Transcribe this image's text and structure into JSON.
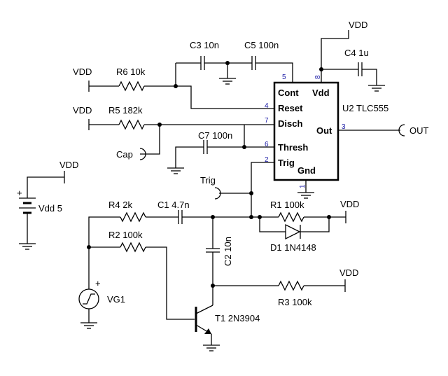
{
  "components": {
    "r1": {
      "ref": "R1",
      "value": "100k"
    },
    "r2": {
      "ref": "R2",
      "value": "100k"
    },
    "r3": {
      "ref": "R3",
      "value": "100k"
    },
    "r4": {
      "ref": "R4",
      "value": "2k"
    },
    "r5": {
      "ref": "R5",
      "value": "182k"
    },
    "r6": {
      "ref": "R6",
      "value": "10k"
    },
    "c1": {
      "ref": "C1",
      "value": "4.7n"
    },
    "c2": {
      "ref": "C2",
      "value": "10n"
    },
    "c3": {
      "ref": "C3",
      "value": "10n"
    },
    "c4": {
      "ref": "C4",
      "value": "1u"
    },
    "c5": {
      "ref": "C5",
      "value": "100n"
    },
    "c7": {
      "ref": "C7",
      "value": "100n"
    },
    "d1": {
      "ref": "D1",
      "value": "1N4148"
    },
    "t1": {
      "ref": "T1",
      "value": "2N3904"
    },
    "u2": {
      "ref": "U2",
      "value": "TLC555"
    },
    "vdd_source": {
      "ref": "Vdd",
      "value": "5"
    },
    "vg1": {
      "ref": "VG1"
    }
  },
  "ic": {
    "pins": {
      "cont": "Cont",
      "vdd": "Vdd",
      "reset": "Reset",
      "disch": "Disch",
      "out": "Out",
      "thresh": "Thresh",
      "trig": "Trig",
      "gnd": "Gnd"
    },
    "pin_numbers": {
      "cont": "5",
      "reset": "4",
      "disch": "7",
      "thresh": "6",
      "trig": "2",
      "vdd": "8",
      "out": "3",
      "gnd": "1"
    }
  },
  "nets": {
    "vdd": "VDD",
    "out": "OUT",
    "cap": "Cap",
    "trig": "Trig"
  },
  "source_symbols": {
    "plus": "+"
  }
}
